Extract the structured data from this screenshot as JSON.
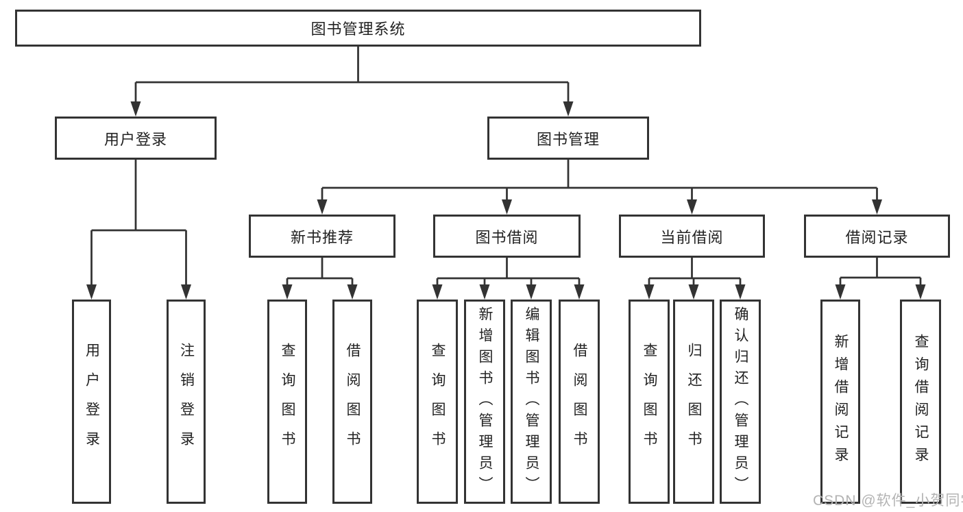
{
  "diagram": {
    "title": "图书管理系统",
    "root": {
      "label": "图书管理系统"
    },
    "level2": [
      {
        "label": "用户登录"
      },
      {
        "label": "图书管理"
      }
    ],
    "level3": [
      {
        "label": "新书推荐"
      },
      {
        "label": "图书借阅"
      },
      {
        "label": "当前借阅"
      },
      {
        "label": "借阅记录"
      }
    ],
    "leaves": {
      "user": [
        "用户登录",
        "注销登录"
      ],
      "recommend": [
        "查询图书",
        "借阅图书"
      ],
      "borrow": [
        "查询图书",
        "新增图书（管理员）",
        "编辑图书（管理员）",
        "借阅图书"
      ],
      "current": [
        "查询图书",
        "归还图书",
        "确认归还（管理员）"
      ],
      "records": [
        "新增借阅记录",
        "查询借阅记录"
      ]
    }
  },
  "watermark": "CSDN @软件_小贺同学",
  "colors": {
    "line": "#333333",
    "box_border": "#333333",
    "text": "#222222",
    "watermark": "#b3b3b3",
    "background": "#ffffff"
  }
}
